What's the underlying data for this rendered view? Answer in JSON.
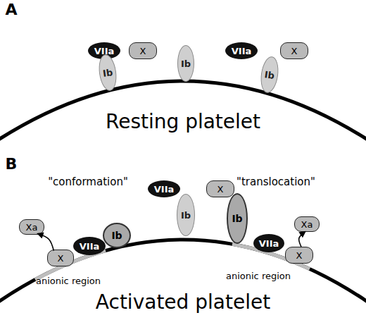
{
  "diagram": {
    "nodes": [
      {
        "text": [
          "VIIa"
        ]
      },
      {
        "text": [
          "X"
        ]
      },
      {
        "text": [
          "VIIa"
        ]
      },
      {
        "text": [
          "X"
        ]
      },
      {
        "text": [
          "Ib"
        ]
      },
      {
        "text": [
          "Ib"
        ]
      },
      {
        "text": [
          "Ib"
        ]
      },
      {
        "text": [
          "VIIa"
        ]
      },
      {
        "text": [
          "X"
        ]
      },
      {
        "text": [
          "Ib"
        ]
      },
      {
        "text": [
          "Xa"
        ]
      },
      {
        "text": [
          "X"
        ]
      },
      {
        "text": [
          "VIIa"
        ]
      },
      {
        "text": [
          "Ib"
        ]
      },
      {
        "text": [
          "Ib"
        ]
      },
      {
        "text": [
          "Xa"
        ]
      },
      {
        "text": [
          "VIIa"
        ]
      },
      {
        "text": [
          "X"
        ]
      }
    ],
    "edges": [
      {
        "from": 11,
        "to": 10,
        "arrow": "to"
      },
      {
        "from": 17,
        "to": 15,
        "arrow": "to"
      }
    ],
    "labels": [
      "A",
      "Resting platelet",
      "B",
      "\"conformation\"",
      "\"translocation\"",
      "anionic region",
      "anionic region",
      "Activated platelet"
    ]
  }
}
